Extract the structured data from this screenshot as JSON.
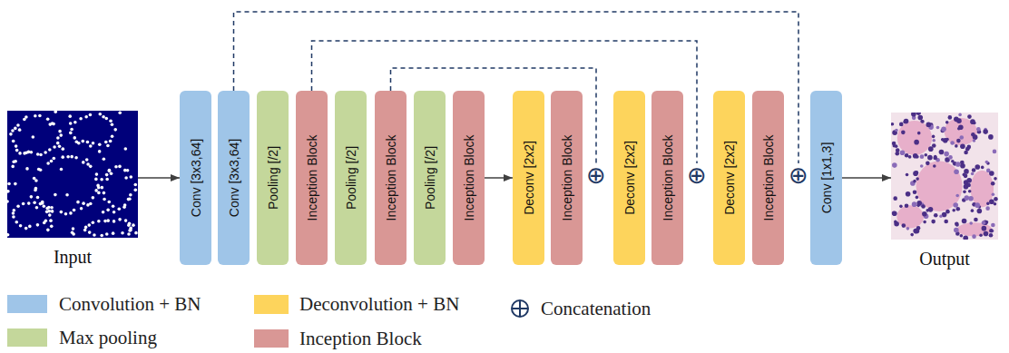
{
  "diagram": {
    "nodes": [
      {
        "text": [
          "Input"
        ]
      },
      {
        "text": [
          "Conv [3x3,64]"
        ]
      },
      {
        "text": [
          "Conv [3x3,64]"
        ]
      },
      {
        "text": [
          "Pooling [/2]"
        ]
      },
      {
        "text": [
          "Inception Block"
        ]
      },
      {
        "text": [
          "Pooling [/2]"
        ]
      },
      {
        "text": [
          "Inception Block"
        ]
      },
      {
        "text": [
          "Pooling [/2]"
        ]
      },
      {
        "text": [
          "Inception Block"
        ]
      },
      {
        "text": [
          "Deconv [2x2]"
        ]
      },
      {
        "text": [
          "Inception Block"
        ]
      },
      {
        "text": [
          "⊕"
        ]
      },
      {
        "text": [
          "Deconv [2x2]"
        ]
      },
      {
        "text": [
          "Inception Block"
        ]
      },
      {
        "text": [
          "⊕"
        ]
      },
      {
        "text": [
          "Deconv [2x2]"
        ]
      },
      {
        "text": [
          "Inception Block"
        ]
      },
      {
        "text": [
          "⊕"
        ]
      },
      {
        "text": [
          "Conv [1x1,3]"
        ]
      },
      {
        "text": [
          "Output"
        ]
      }
    ],
    "edges": [
      {
        "from": 0,
        "to": 1,
        "arrow": "to"
      },
      {
        "from": 8,
        "to": 9,
        "arrow": "to"
      },
      {
        "from": 2,
        "to": 17,
        "arrow": "none"
      },
      {
        "from": 4,
        "to": 14,
        "arrow": "none"
      },
      {
        "from": 6,
        "to": 11,
        "arrow": "none"
      },
      {
        "from": 18,
        "to": 19,
        "arrow": "to"
      }
    ],
    "legend": [
      {
        "text": "Convolution + BN",
        "color": "#9fc5e8"
      },
      {
        "text": "Max pooling",
        "color": "#c4d79b"
      },
      {
        "text": "Deconvolution + BN",
        "color": "#fdd45c"
      },
      {
        "text": "Inception Block",
        "color": "#d99795"
      },
      {
        "text": "Concatenation"
      }
    ]
  }
}
